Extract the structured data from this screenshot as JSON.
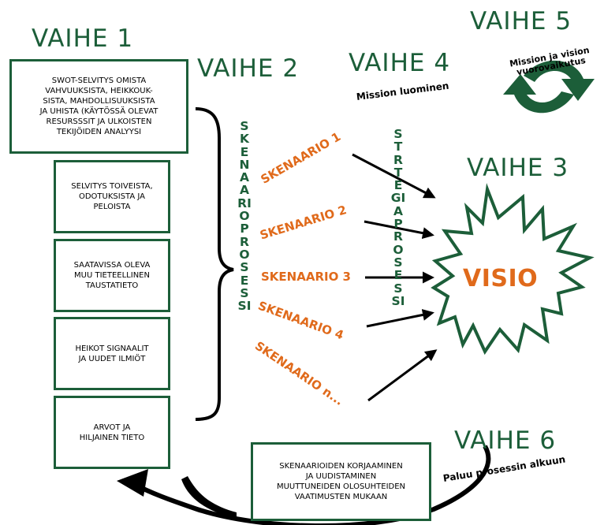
{
  "phases": {
    "vaihe1": "VAIHE 1",
    "vaihe2": "VAIHE 2",
    "vaihe3": "VAIHE 3",
    "vaihe4": "VAIHE 4",
    "vaihe5": "VAIHE 5",
    "vaihe6": "VAIHE 6"
  },
  "phase_notes": {
    "mission_creation": "Mission luominen",
    "mission_vision_interaction": "Mission ja vision vuorovaikutus",
    "return_to_start": "Paluu prosessin alkuun"
  },
  "input_boxes": [
    "SWOT-SELVITYS OMISTA\nVAHVUUKSISTA, HEIKKOUK-\nSISTA, MAHDOLLISUUKSISTA\nJA UHISTA (KÄYTÖSSÄ OLEVAT\nRESURSSSIT JA ULKOISTEN\nTEKIJÖIDEN ANALYYSI",
    "SELVITYS TOIVEISTA,\nODOTUKSISTA JA\nPELOISTA",
    "SAATAVISSA OLEVA\nMUU TIETEELLINEN\nTAUSTATIETO",
    "HEIKOT SIGNAALIT\nJA UUDET ILMIÖT",
    "ARVOT JA\nHILJAINEN TIETO"
  ],
  "scenario_process_label": "SKENAARIOPROSESSI",
  "strategy_process_label": "STRTEGIAPROSESSI",
  "scenarios": [
    "SKENAARIO 1",
    "SKENAARIO 2",
    "SKENAARIO 3",
    "SKENAARIO 4",
    "SKENAARIO n..."
  ],
  "vision_label": "VISIO",
  "feedback_box": "SKENAARIOIDEN KORJAAMINEN\nJA UUDISTAMINEN\nMUUTTUNEIDEN OLOSUHTEIDEN\nVAATIMUSTEN MUKAAN",
  "colors": {
    "green": "#1c5e39",
    "orange": "#e06a1b",
    "black": "#000000"
  }
}
